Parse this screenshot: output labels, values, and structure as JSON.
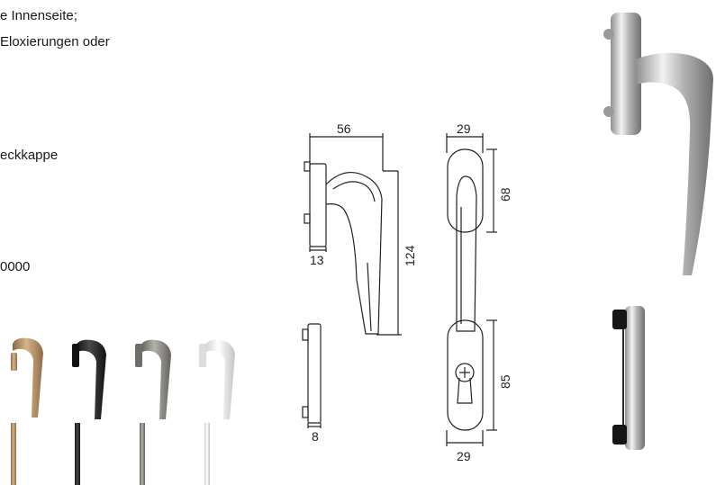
{
  "text": {
    "line1": "e Innenseite;",
    "line2": "Eloxierungen oder",
    "line3": "eckkappe",
    "line4": "0000"
  },
  "dimensions": {
    "d56": "56",
    "d13": "13",
    "d124": "124",
    "d8": "8",
    "d29_top": "29",
    "d68": "68",
    "d85": "85",
    "d29_bottom": "29"
  },
  "colors": {
    "bronze": "#b08a5e",
    "black": "#1c1c1c",
    "titanium": "#8a8782",
    "white": "#e8e8e8",
    "silver": "#c9c9c9"
  },
  "icons": {
    "variants": [
      "handle-bronze-icon",
      "handle-black-icon",
      "handle-titanium-icon",
      "handle-white-icon"
    ]
  }
}
